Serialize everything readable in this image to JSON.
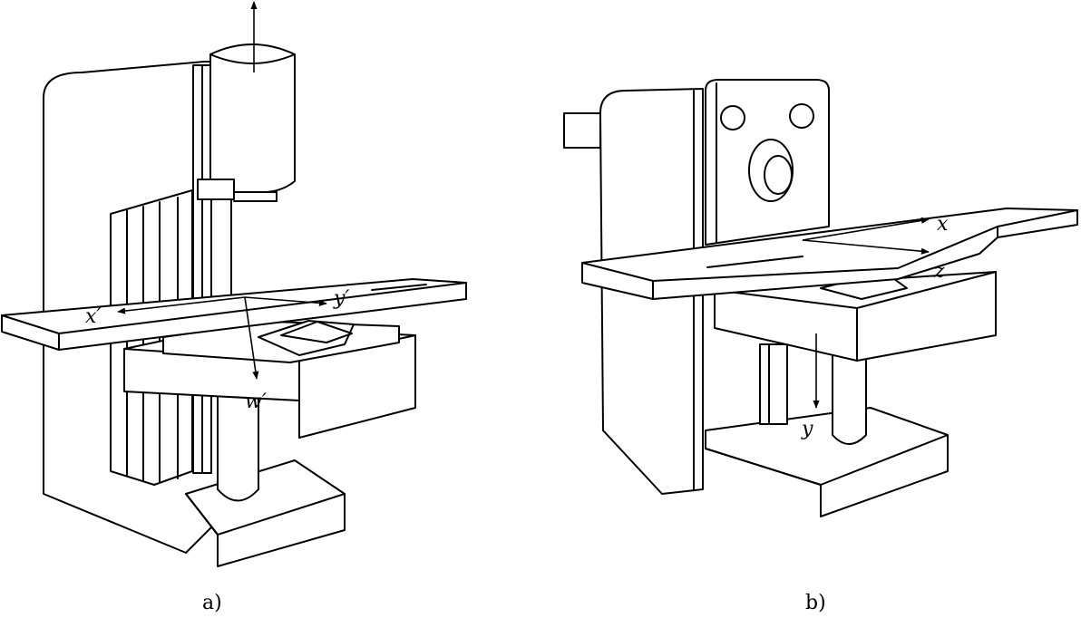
{
  "labels": {
    "a_x": "x′",
    "a_y": "y′",
    "a_w": "w′",
    "b_x": "x",
    "b_z": "z",
    "b_y": "y"
  },
  "captions": {
    "a": "a)",
    "b": "b)"
  }
}
